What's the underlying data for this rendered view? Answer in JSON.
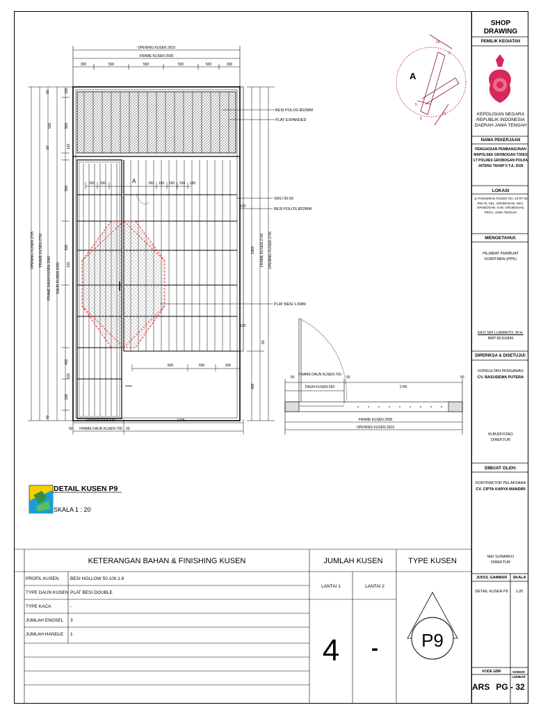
{
  "drawing": {
    "dims_top": {
      "opening": "OPENING KUSEN 2610",
      "frame": "FRAME KUSEN 2600",
      "segments": [
        "300",
        "500",
        "500",
        "500",
        "500",
        "300"
      ]
    },
    "dims_left": {
      "opening": "OPENING KUSEN 2705",
      "frame": "FRAME KUSEN 2700",
      "frame_daun": "FRAME DAUN KUSEN 2060",
      "daun": "DAUN KUSEN 2050",
      "v1": "50",
      "v2": "100",
      "v3": "500",
      "v4": "50",
      "v5": "120",
      "v6": "500",
      "v7": "500",
      "v8": "120",
      "v9": "400",
      "v10": "120",
      "v11": "200",
      "v12": "40"
    },
    "dims_right": {
      "frame": "FRAME KUSEN 2700",
      "opening": "OPENING KUSEN 2705",
      "r1": "1560",
      "r2": "50",
      "r3": "495"
    },
    "dims_inner": {
      "top_row": [
        "150",
        "150",
        "150",
        "150",
        "150",
        "150",
        "150"
      ],
      "mid_row": [
        "500",
        "500",
        "200"
      ],
      "r120a": "120",
      "r120b": "120"
    },
    "dims_bottom": {
      "daun": "DAUN KUSEN 650",
      "frame_daun": "FRAME DAUN KUSEN 700",
      "seg_right": "1745",
      "left50": "50",
      "right50": "50"
    },
    "callouts": [
      "BESI POLOS Ø22MM",
      "PLAT EXPANDED",
      "SIKU 50.50",
      "BESI POLOS Ø22MM",
      "PLAT BESI 1.6MM"
    ],
    "section_mark": "A",
    "plan": {
      "frame_daun": "FRAME DAUN KUSEN 700",
      "daun": "DAUN KUSEN 650",
      "seg_50a": "50",
      "seg_50b": "50",
      "seg_1745": "1745",
      "seg_50c": "50",
      "frame": "FRAME KUSEN 2600",
      "opening": "OPENING KUSEN 2610"
    },
    "detail": {
      "mark": "A",
      "d1": "15",
      "d2": "5",
      "d3": "15",
      "d4": "5",
      "d5": "5"
    }
  },
  "title_block_left": {
    "title": "DETAIL KUSEN P9",
    "scale": "SKALA 1 : 20"
  },
  "spec_table": {
    "header": "KETERANGAN BAHAN & FINISHING KUSEN",
    "rows": [
      {
        "label": "PROFIL KUSEN",
        "value": "BESI HOLLOW 50.100.1.8"
      },
      {
        "label": "TYPE DAUN KUSEN",
        "value": "PLAT BESI DOUBLE"
      },
      {
        "label": "TYPE KACA",
        "value": "-"
      },
      {
        "label": "JUMLAH ENGSEL",
        "value": "3"
      },
      {
        "label": "JUMLAH HANDLE",
        "value": "1"
      }
    ]
  },
  "jumlah": {
    "header": "JUMLAH KUSEN",
    "lantai1_label": "LANTAI 1",
    "lantai2_label": "LANTAI 2",
    "lantai1_value": "4",
    "lantai2_value": "-"
  },
  "type_kusen": {
    "header": "TYPE KUSEN",
    "code": "P9"
  },
  "title_block": {
    "title": "SHOP DRAWING",
    "pemilik_label": "PEMILIK KEGIATAN",
    "owner": "KEPOLISIAN NEGARA REPUBLIK INDONESIA DAERAH JAWA TENGAH",
    "pekerjaan_label": "NAMA PEKERJAAN",
    "pekerjaan": "PENGADAAN PEMBANGUNAN MAPOLSEK GROBOGAN T.555/2 LT POLRES GROBOGAN POLDA JATENG TAHAP II T.A. 2026",
    "lokasi_label": "LOKASI",
    "lokasi": "JL PANGERAN PUGER NO. 23 RT 05 RW 03, KEL. GROBOGAN, KEC. GROBOGAN, KAB. GROBOGAN, PROV. JAWA TENGAH",
    "mengetahui_label": "MENGETAHUI:",
    "ppk": "PEJABAT PEMBUAT KOMITMEN (PPK)",
    "ppk_name": "EKO SRI LUWANTO, M.H.",
    "ppk_nrp": "NRP 85110845",
    "diperiksa_label": "DIPERIKSA & DISETUJUI:",
    "konsultan": "KONSULTAN PENGAWAS",
    "konsultan_name": "CV. BASUDEWA PUTERA",
    "direktur1_name": "M.BUDIYONO",
    "direktur1": "DIREKTUR",
    "dibuat_label": "DIBUAT OLEH:",
    "kontraktor": "KONTRAKTOR PELAKSANA",
    "kontraktor_name": "CV. CIPTA KARYA MANDIRI",
    "direktur2_name": "MEI SUNARKO",
    "direktur2": "DIREKTUR",
    "judul_label": "JUDUL GAMBAR",
    "skala_label": "SKALA",
    "judul": "DETAIL KUSEN P9",
    "skala": "1:20",
    "kode_label": "KODE GBR",
    "nomor_label": "NOMOR LEMBAR",
    "kode": "ARS",
    "nomor": "PG - 32"
  }
}
